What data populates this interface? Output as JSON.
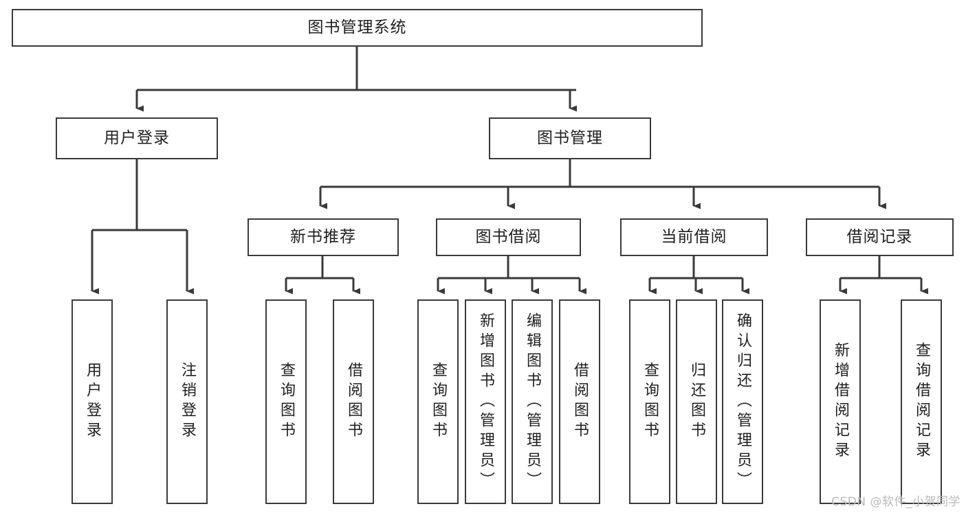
{
  "diagram": {
    "title": "图书管理系统",
    "type": "tree",
    "watermark": "CSDN @软件_小贺同学",
    "colors": {
      "box_border": "#3a3a3a",
      "box_fill": "#ffffff",
      "connector": "#3a3a3a",
      "text": "#1f1f1f",
      "watermark": "#b9b9b9"
    },
    "levels": {
      "root": "图书管理系统",
      "level2": [
        "用户登录",
        "图书管理"
      ],
      "level3": [
        "新书推荐",
        "图书借阅",
        "当前借阅",
        "借阅记录"
      ]
    },
    "nodes": {
      "root": {
        "label": "图书管理系统"
      },
      "user_login": {
        "label": "用户登录"
      },
      "book_manage": {
        "label": "图书管理"
      },
      "new_book_rec": {
        "label": "新书推荐"
      },
      "book_borrow": {
        "label": "图书借阅"
      },
      "current_borrow": {
        "label": "当前借阅"
      },
      "borrow_record": {
        "label": "借阅记录"
      },
      "leaf_user_login": {
        "label": "用户登录"
      },
      "leaf_logout": {
        "label": "注销登录"
      },
      "leaf_query_book_1": {
        "label": "查询图书"
      },
      "leaf_borrow_book_1": {
        "label": "借阅图书"
      },
      "leaf_query_book_2": {
        "label": "查询图书"
      },
      "leaf_add_book": {
        "label": "新增图书（管理员）"
      },
      "leaf_edit_book": {
        "label": "编辑图书（管理员）"
      },
      "leaf_borrow_book_2": {
        "label": "借阅图书"
      },
      "leaf_query_book_3": {
        "label": "查询图书"
      },
      "leaf_return_book": {
        "label": "归还图书"
      },
      "leaf_confirm_return": {
        "label": "确认归还（管理员）"
      },
      "leaf_add_record": {
        "label": "新增借阅记录"
      },
      "leaf_query_record": {
        "label": "查询借阅记录"
      }
    },
    "edges": [
      {
        "from": "图书管理系统",
        "to": "用户登录"
      },
      {
        "from": "图书管理系统",
        "to": "图书管理"
      },
      {
        "from": "用户登录",
        "to": "用户登录"
      },
      {
        "from": "用户登录",
        "to": "注销登录"
      },
      {
        "from": "图书管理",
        "to": "新书推荐"
      },
      {
        "from": "图书管理",
        "to": "图书借阅"
      },
      {
        "from": "图书管理",
        "to": "当前借阅"
      },
      {
        "from": "图书管理",
        "to": "借阅记录"
      },
      {
        "from": "新书推荐",
        "to": "查询图书"
      },
      {
        "from": "新书推荐",
        "to": "借阅图书"
      },
      {
        "from": "图书借阅",
        "to": "查询图书"
      },
      {
        "from": "图书借阅",
        "to": "新增图书（管理员）"
      },
      {
        "from": "图书借阅",
        "to": "编辑图书（管理员）"
      },
      {
        "from": "图书借阅",
        "to": "借阅图书"
      },
      {
        "from": "当前借阅",
        "to": "查询图书"
      },
      {
        "from": "当前借阅",
        "to": "归还图书"
      },
      {
        "from": "当前借阅",
        "to": "确认归还（管理员）"
      },
      {
        "from": "借阅记录",
        "to": "新增借阅记录"
      },
      {
        "from": "借阅记录",
        "to": "查询借阅记录"
      }
    ]
  }
}
